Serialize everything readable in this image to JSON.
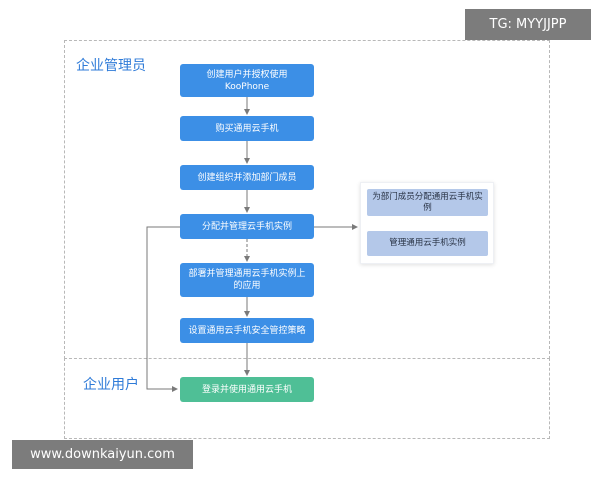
{
  "regions": {
    "admin": "企业管理员",
    "user": "企业用户"
  },
  "steps": [
    {
      "label": "创建用户并授权使用KooPhone"
    },
    {
      "label": "购买通用云手机"
    },
    {
      "label": "创建组织并添加部门成员"
    },
    {
      "label": "分配并管理云手机实例"
    },
    {
      "label": "部署并管理通用云手机实例上的应用"
    },
    {
      "label": "设置通用云手机安全管控策略"
    },
    {
      "label": "登录并使用通用云手机"
    }
  ],
  "sub_steps": [
    {
      "label": "为部门成员分配通用云手机实例"
    },
    {
      "label": "管理通用云手机实例"
    }
  ],
  "watermarks": {
    "top": "TG: MYYJJPP",
    "bottom": "www.downkaiyun.com"
  },
  "colors": {
    "step_blue": "#3c8fe6",
    "step_green": "#4fbf96",
    "sub_step": "#b4c8e9",
    "region_label": "#2f7bd8"
  }
}
